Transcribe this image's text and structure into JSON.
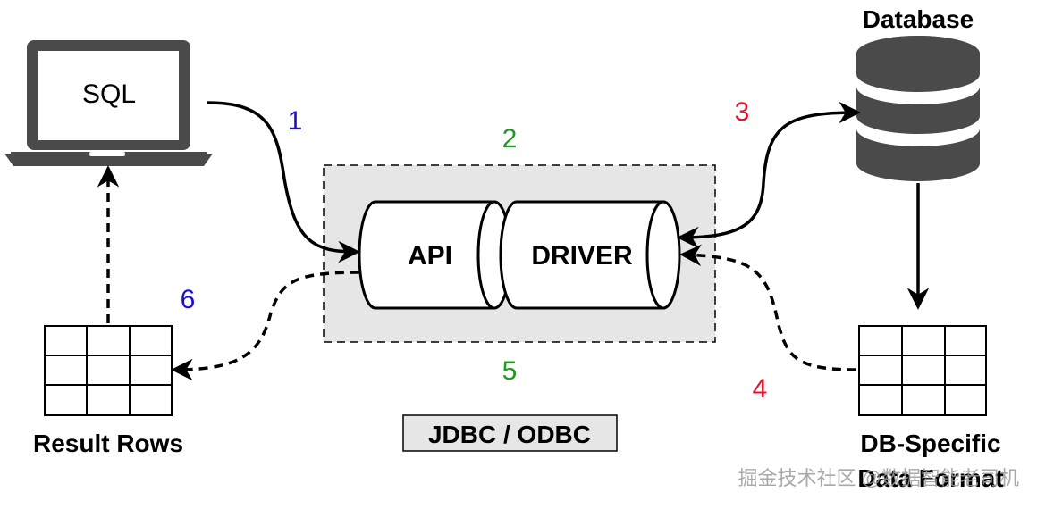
{
  "laptop": {
    "label": "SQL",
    "icon": "laptop-icon"
  },
  "database": {
    "title": "Database",
    "icon": "database-icon"
  },
  "api_driver": {
    "api_label": "API",
    "driver_label": "DRIVER"
  },
  "jdbc_label": "JDBC / ODBC",
  "result_rows_label": "Result Rows",
  "db_specific_label": "DB-Specific",
  "db_specific_sub": "Data Format",
  "watermark": "掘金技术社区 @数据智能老司机",
  "steps": [
    {
      "number": "1",
      "color": "#1a0fd6"
    },
    {
      "number": "2",
      "color": "#1f9a1f"
    },
    {
      "number": "3",
      "color": "#e0142c"
    },
    {
      "number": "4",
      "color": "#e0142c"
    },
    {
      "number": "5",
      "color": "#1f9a1f"
    },
    {
      "number": "6",
      "color": "#1a0fd6"
    }
  ],
  "colors": {
    "icon_dark": "#4a4a4a",
    "box_fill": "#e6e6e6",
    "stroke": "#000000"
  }
}
